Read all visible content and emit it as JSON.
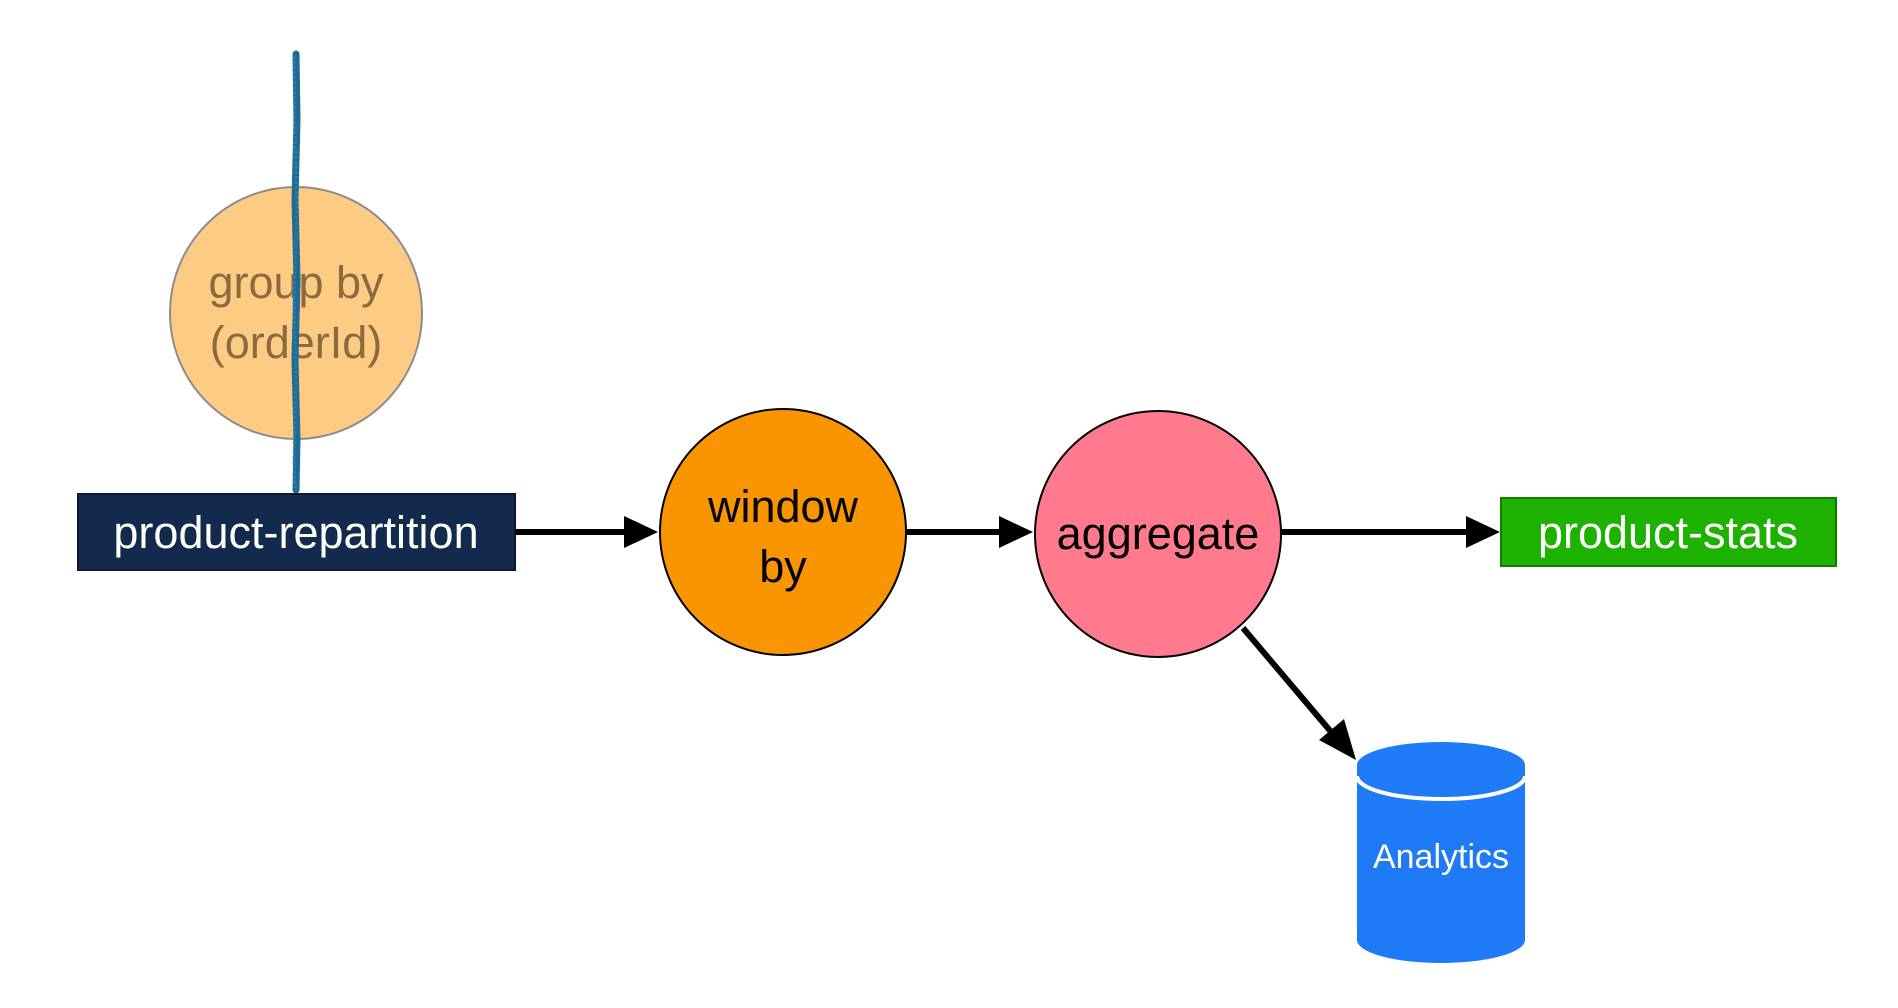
{
  "diagram": {
    "nodes": {
      "group_by": {
        "line1": "group by",
        "line2": "(orderId)",
        "fill": "#fdcb84",
        "text_color": "#8c6a40"
      },
      "product_repartition": {
        "label": "product-repartition",
        "fill": "#132a4c",
        "text_color": "#ffffff"
      },
      "window_by": {
        "line1": "window",
        "line2": "by",
        "fill": "#f99500",
        "text_color": "#000000"
      },
      "aggregate": {
        "label": "aggregate",
        "fill": "#ff7a8c",
        "text_color": "#000000"
      },
      "product_stats": {
        "label": "product-stats",
        "fill": "#1db100",
        "text_color": "#ffffff"
      },
      "analytics": {
        "label": "Analytics",
        "fill": "#1f7bf5",
        "text_color": "#ffffff"
      }
    },
    "strike_line_color": "#1d6a94",
    "arrow_color": "#000000",
    "edges": [
      {
        "from": "product-repartition",
        "to": "window by"
      },
      {
        "from": "window by",
        "to": "aggregate"
      },
      {
        "from": "aggregate",
        "to": "product-stats"
      },
      {
        "from": "aggregate",
        "to": "Analytics"
      }
    ]
  }
}
